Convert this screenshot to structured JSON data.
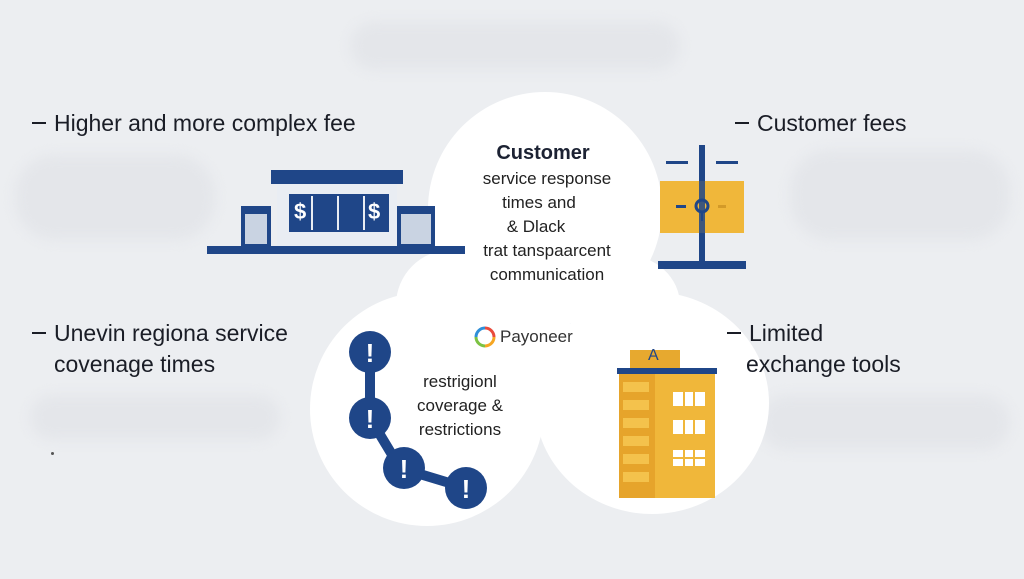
{
  "labels": {
    "top_left": "Higher and more complex fee",
    "top_right": "Customer fees",
    "mid_left_line1": "Unevin regiona  service",
    "mid_left_line2": "covenage times",
    "mid_right_line1": "Limited",
    "mid_right_line2": "exchange tools"
  },
  "center_top": {
    "title": "Customer",
    "lines": [
      "service response",
      "times and",
      "&  Dlack",
      "trat tanspaarcent",
      "communication"
    ]
  },
  "center_bottom": {
    "lines": [
      "restrigionl",
      "coverage &",
      "restrictions"
    ]
  },
  "brand": {
    "name": "Payoneer"
  },
  "icons": {
    "bank_sign": "$",
    "alert": "!",
    "building_sign": "A"
  },
  "colors": {
    "navy": "#1f4688",
    "gold": "#f0b73a",
    "bg": "#eceef1"
  }
}
